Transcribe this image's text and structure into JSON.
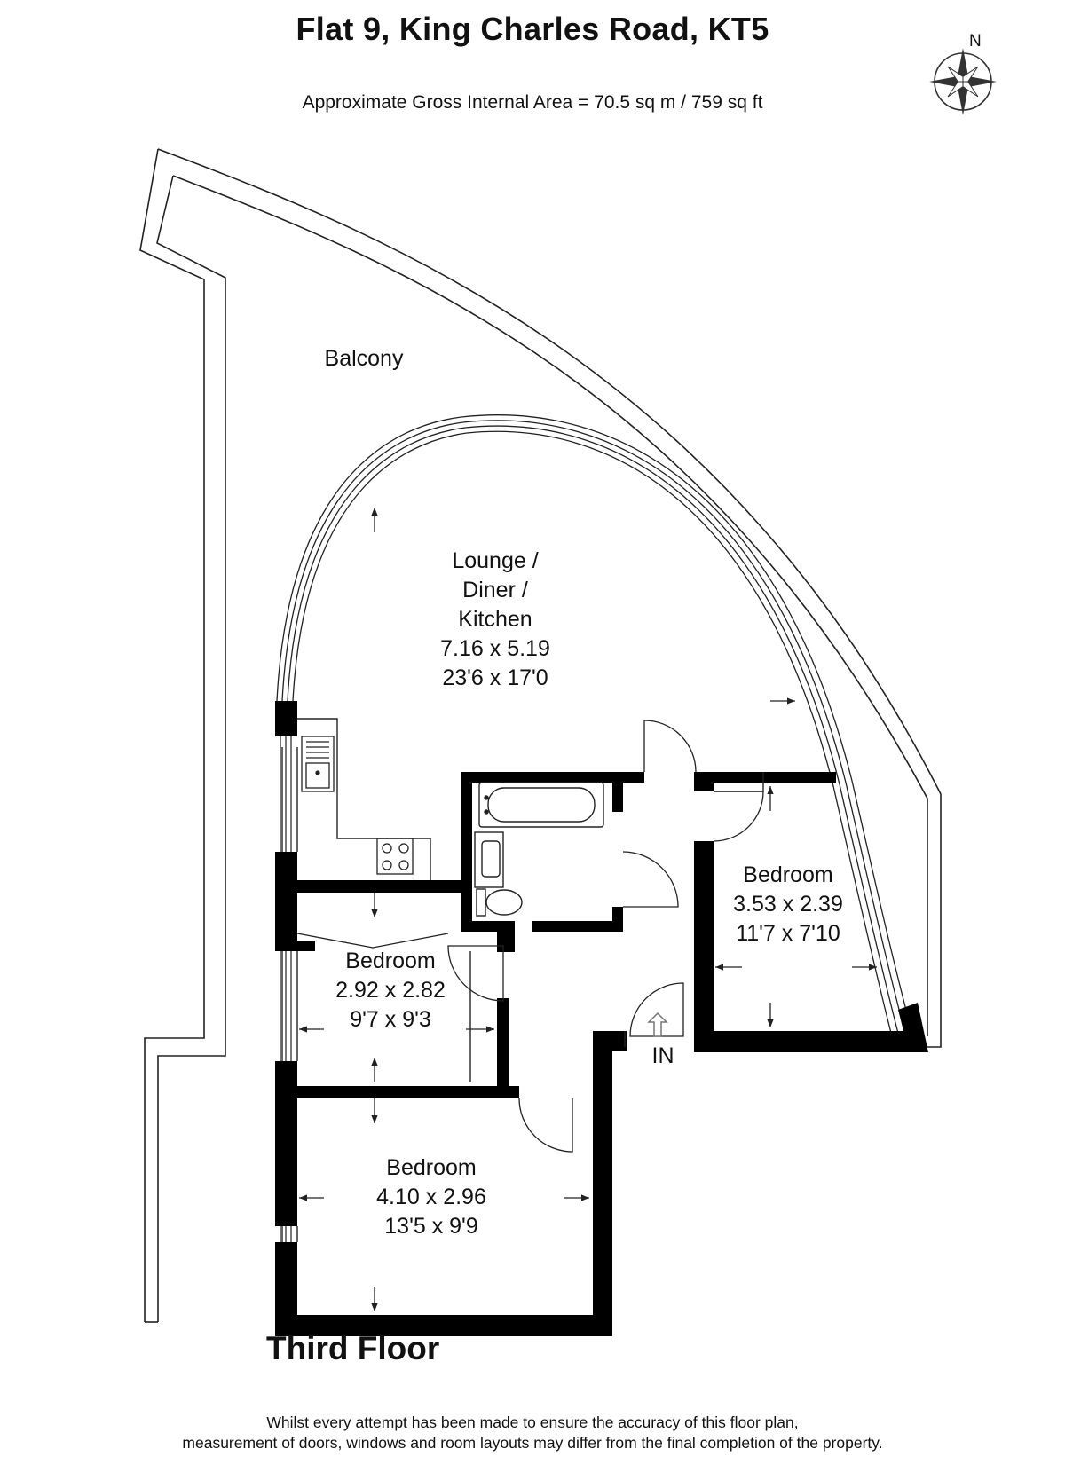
{
  "header": {
    "title": "Flat 9, King Charles Road, KT5",
    "area": "Approximate Gross Internal Area = 70.5 sq m / 759 sq ft",
    "compass_label": "N"
  },
  "rooms": {
    "balcony": {
      "name": "Balcony"
    },
    "lounge": {
      "name_lines": [
        "Lounge /",
        "Diner /",
        "Kitchen"
      ],
      "metric": "7.16 x 5.19",
      "imperial": "23'6 x 17'0"
    },
    "bedroom_east": {
      "name": "Bedroom",
      "metric": "3.53 x 2.39",
      "imperial": "11'7 x 7'10"
    },
    "bedroom_middle": {
      "name": "Bedroom",
      "metric": "2.92 x 2.82",
      "imperial": "9'7 x 9'3"
    },
    "bedroom_south": {
      "name": "Bedroom",
      "metric": "4.10 x 2.96",
      "imperial": "13'5 x 9'9"
    }
  },
  "entrance_label": "IN",
  "floor_label": "Third Floor",
  "disclaimer": {
    "line1": "Whilst every attempt has been made to ensure the accuracy of this floor plan,",
    "line2": "measurement of doors, windows and room layouts may differ from the final completion of the property."
  },
  "colors": {
    "wall": "#000000",
    "line": "#222222",
    "background": "#ffffff"
  },
  "icons": [
    "compass-rose-icon",
    "entrance-arrow-icon",
    "sink-icon",
    "hob-icon",
    "bath-icon",
    "basin-icon",
    "toilet-icon"
  ]
}
